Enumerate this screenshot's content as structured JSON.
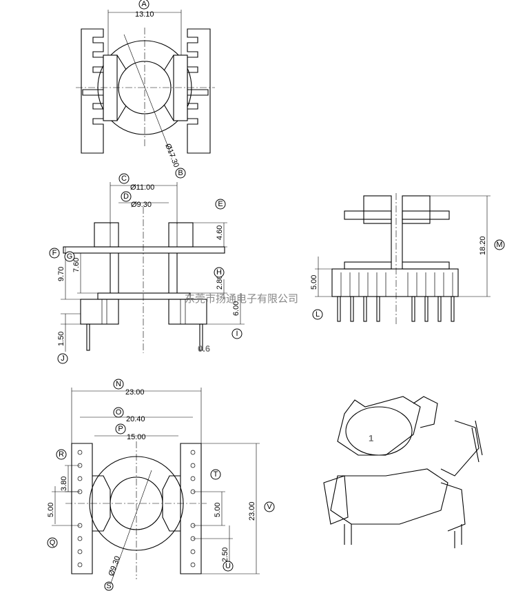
{
  "dimensions": {
    "a": "13.10",
    "b": "Ø17.30",
    "c": "Ø11.00",
    "d": "Ø9.30",
    "e": "4.60",
    "f": "9.70",
    "g": "7.60",
    "h": "2.80",
    "i": "6.00",
    "j": "1.50",
    "pin": "0.6",
    "l": "5.00",
    "m": "18.20",
    "n": "23.00",
    "o": "20.40",
    "p": "15.00",
    "r": "3.80",
    "q": "5.00",
    "t": "5.00",
    "u": "2.50",
    "v": "23.00",
    "s": "Ø9.30"
  },
  "markers": {
    "a": "A",
    "b": "B",
    "c": "C",
    "d": "D",
    "e": "E",
    "f": "F",
    "g": "G",
    "h": "H",
    "i": "I",
    "j": "J",
    "l": "L",
    "m": "M",
    "n": "N",
    "o": "O",
    "p": "P",
    "q": "Q",
    "r": "R",
    "s": "S",
    "t": "T",
    "u": "U",
    "v": "V"
  },
  "watermark": "东莞市扬通电子有限公司",
  "pin1_label": "1"
}
